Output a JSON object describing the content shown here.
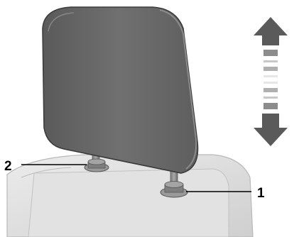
{
  "diagram": {
    "callouts": [
      {
        "id": "1",
        "label": "1",
        "refers_to": "right-headrest-post-guide"
      },
      {
        "id": "2",
        "label": "2",
        "refers_to": "left-headrest-post-guide"
      }
    ],
    "adjustment_indicator": "vertical-up-down-arrow",
    "colors": {
      "headrest": "#6b6b6b",
      "headrest_edge": "#474747",
      "seat": "#dcdcdc",
      "arrow": "#5a5a5a",
      "stripe_dark": "#8c8c8c",
      "stripe_light": "#c8c8c8",
      "stripe_faint": "#e6e6e6"
    }
  }
}
